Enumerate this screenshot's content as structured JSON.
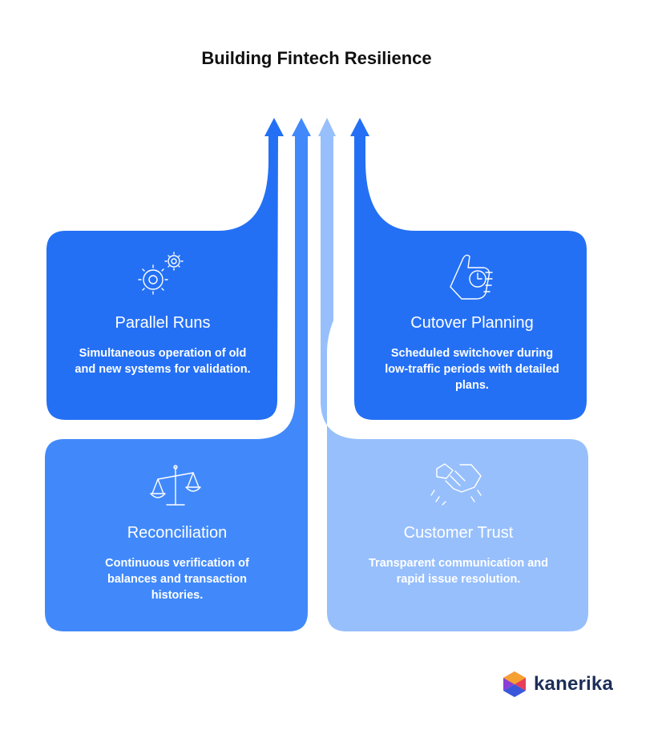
{
  "title": "Building Fintech Resilience",
  "cards": [
    {
      "title": "Parallel Runs",
      "description": "Simultaneous operation of old and new systems for validation.",
      "icon": "gears-icon",
      "color": "#2470f5"
    },
    {
      "title": "Cutover Planning",
      "description": "Scheduled switchover during low-traffic periods with detailed plans.",
      "icon": "thumbs-up-icon",
      "color": "#2470f5"
    },
    {
      "title": "Reconciliation",
      "description": "Continuous verification of balances and transaction histories.",
      "icon": "balance-scale-icon",
      "color": "#4189fb"
    },
    {
      "title": "Customer Trust",
      "description": "Transparent communication and rapid issue resolution.",
      "icon": "handshake-icon",
      "color": "#97bffc"
    }
  ],
  "colors": {
    "arrow_dark": "#2470f5",
    "arrow_mid": "#4189fb",
    "arrow_light": "#97bffc",
    "logo_text": "#1c2e58"
  },
  "brand": {
    "name": "kanerika"
  }
}
